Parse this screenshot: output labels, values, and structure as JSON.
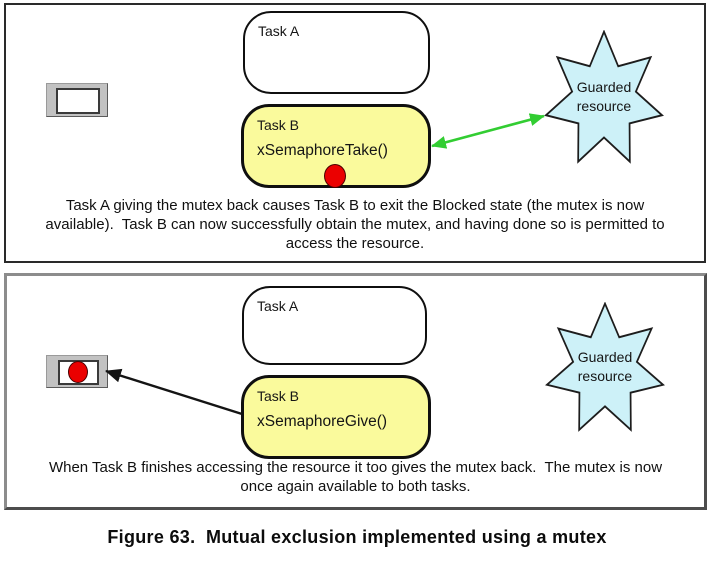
{
  "figure": {
    "caption": "Figure 63.  Mutual exclusion implemented using a mutex"
  },
  "panel_top": {
    "task_a_label": "Task A",
    "task_b_label": "Task B",
    "task_b_call": "xSemaphoreTake()",
    "star_label": "Guarded\nresource",
    "caption": "Task A giving the mutex back causes Task B to exit the Blocked state (the mutex is now\navailable).  Task B can now successfully obtain the mutex, and having done so is permitted to\naccess the resource."
  },
  "panel_bottom": {
    "task_a_label": "Task A",
    "task_b_label": "Task B",
    "task_b_call": "xSemaphoreGive()",
    "star_label": "Guarded\nresource",
    "caption": "When Task B finishes accessing the resource it too gives the mutex back.  The mutex is now\nonce again available to both tasks."
  },
  "icons": {
    "mutex_icon": "gray-holder-with-white-slot",
    "mutex_token_icon": "red-ellipse",
    "guarded_resource_icon": "seven-point-star",
    "access_arrow_icon": "green-double-headed-arrow",
    "give_arrow_icon": "black-arrow"
  },
  "colors": {
    "task_b_fill": "#FAFA9C",
    "star_fill": "#CDF1F8",
    "arrow_green": "#32CD32",
    "mutex_red": "#EB0000",
    "mutex_gray": "#C2C2C2"
  }
}
